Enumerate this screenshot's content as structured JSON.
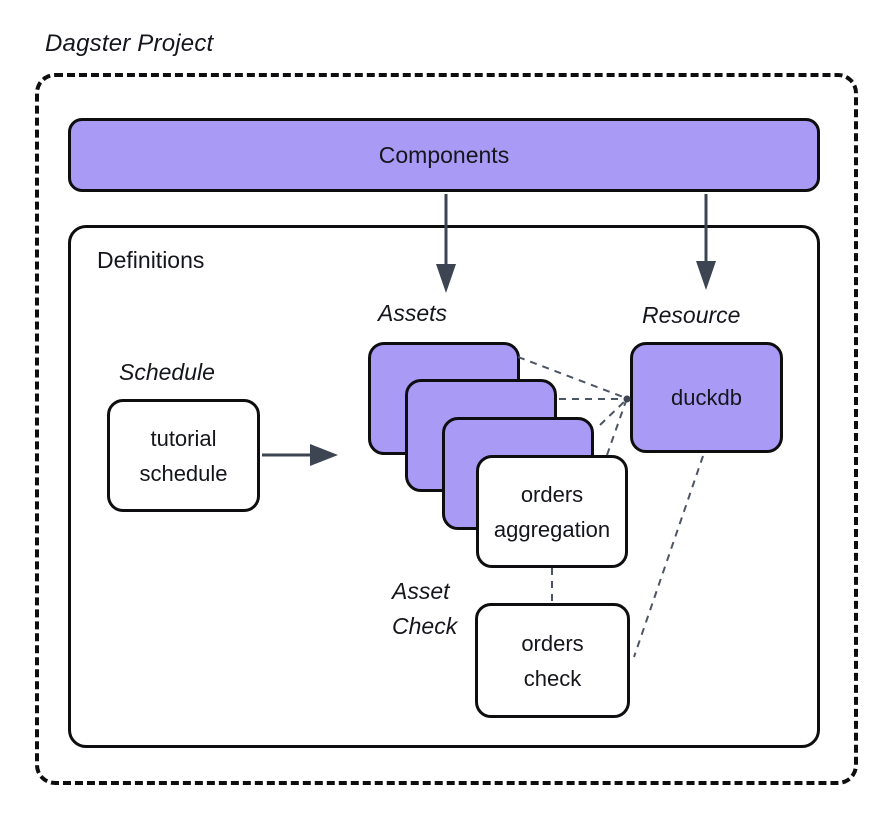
{
  "title": "Dagster Project",
  "components": {
    "label": "Components"
  },
  "definitions": {
    "label": "Definitions",
    "schedule": {
      "section_label": "Schedule",
      "node_lines": [
        "tutorial",
        "schedule"
      ]
    },
    "assets": {
      "section_label": "Assets",
      "front_node_lines": [
        "orders",
        "aggregation"
      ]
    },
    "resource": {
      "section_label": "Resource",
      "node_label": "duckdb"
    },
    "asset_check": {
      "section_label_lines": [
        "Asset",
        "Check"
      ],
      "node_lines": [
        "orders",
        "check"
      ]
    }
  },
  "colors": {
    "background": "#ffffff",
    "node_fill_purple": "#a89af5",
    "node_fill_white": "#ffffff",
    "node_border": "#0e0e10",
    "arrow": "#3d4553",
    "dashed_connector": "#4c5565",
    "text": "#14161c"
  }
}
